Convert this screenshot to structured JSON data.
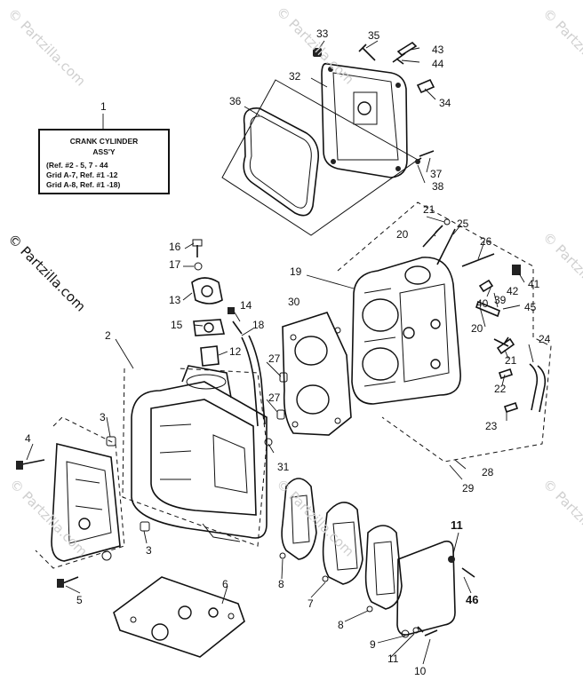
{
  "watermark": "© Partzilla.com",
  "title_box": {
    "ref_number": "1",
    "lines": [
      "CRANK CYLINDER",
      "ASS'Y",
      "(Ref. #2 - 5, 7 - 44",
      "Grid A-7, Ref. #1 -12",
      "Grid A-8, Ref. #1 -18)"
    ]
  },
  "callouts": [
    "33",
    "35",
    "43",
    "44",
    "32",
    "34",
    "36",
    "37",
    "38",
    "21",
    "20",
    "25",
    "26",
    "16",
    "17",
    "19",
    "41",
    "42",
    "39",
    "40",
    "13",
    "14",
    "30",
    "45",
    "15",
    "18",
    "20",
    "2",
    "12",
    "24",
    "27",
    "21",
    "22",
    "27",
    "3",
    "23",
    "4",
    "31",
    "28",
    "29",
    "3",
    "6",
    "8",
    "7",
    "8",
    "11",
    "46",
    "5",
    "9",
    "11",
    "10"
  ]
}
